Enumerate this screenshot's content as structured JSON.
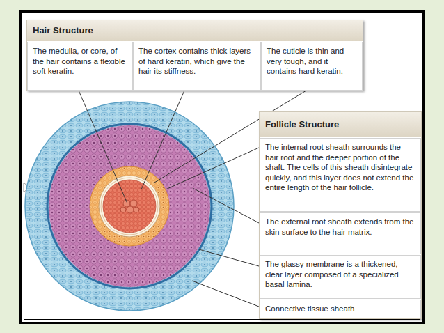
{
  "diagram": {
    "nodes": [
      {
        "text": [
          "Hair Structure"
        ]
      },
      {
        "text": [
          "The medulla, or core, of the hair contains a flexible soft keratin."
        ],
        "in": 0
      },
      {
        "text": [
          "The cortex contains thick layers of hard keratin, which give the hair its stiffness."
        ],
        "in": 0
      },
      {
        "text": [
          "The cuticle is thin and very tough, and it contains hard keratin."
        ],
        "in": 0
      },
      {
        "text": [
          "Follicle Structure"
        ]
      },
      {
        "text": [
          "The internal root sheath surrounds the hair root and the deeper portion of the shaft. The cells of this sheath disintegrate quickly, and this layer does not extend the entire length of the hair follicle."
        ],
        "in": 4
      },
      {
        "text": [
          "The external root sheath extends from the skin surface to the hair matrix."
        ],
        "in": 4
      },
      {
        "text": [
          "The glassy membrane is a thickened, clear layer composed of a specialized basal lamina."
        ],
        "in": 4
      },
      {
        "text": [
          "Connective tissue sheath"
        ],
        "in": 4
      }
    ]
  }
}
